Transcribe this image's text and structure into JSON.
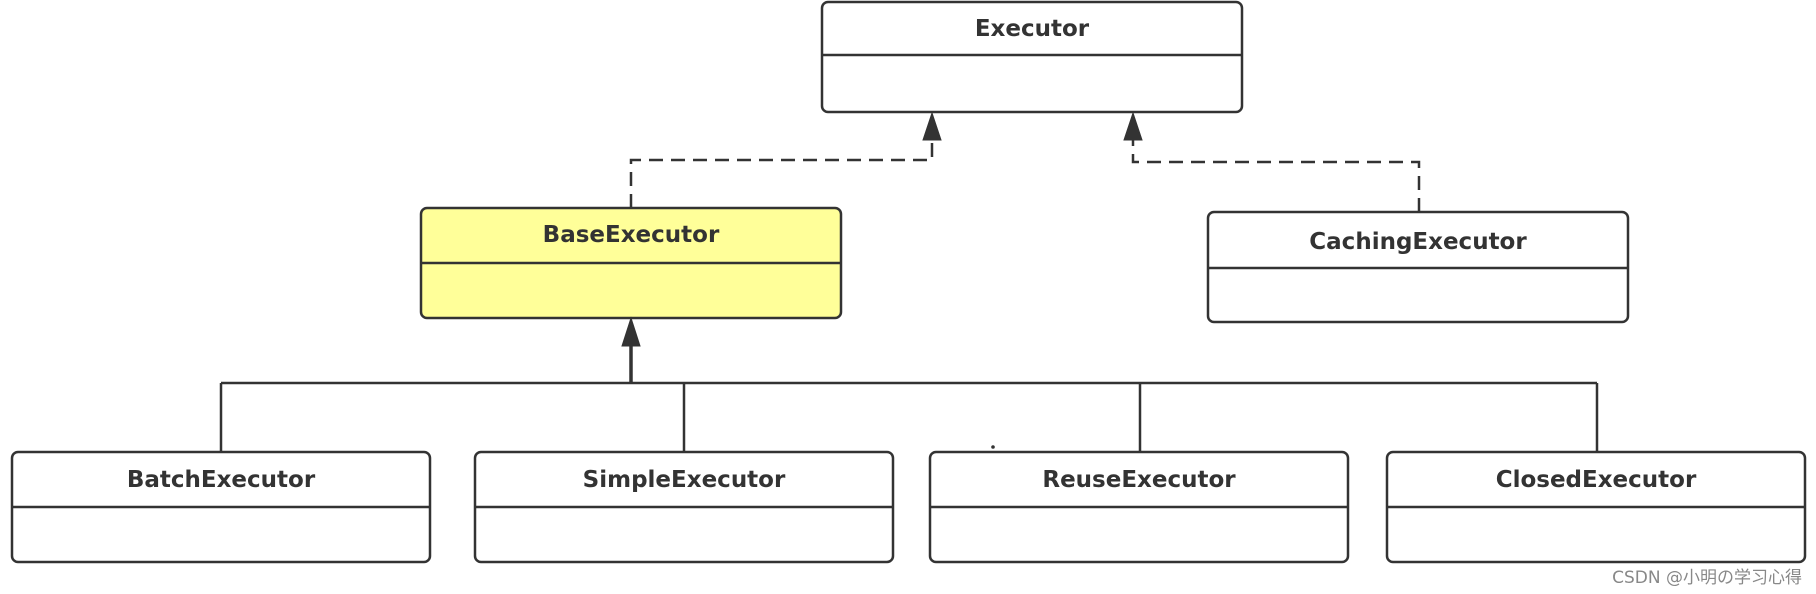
{
  "diagram": {
    "classes": {
      "executor": "Executor",
      "base_executor": "BaseExecutor",
      "caching_executor": "CachingExecutor",
      "batch_executor": "BatchExecutor",
      "simple_executor": "SimpleExecutor",
      "reuse_executor": "ReuseExecutor",
      "closed_executor": "ClosedExecutor"
    },
    "relations": [
      {
        "from": "BaseExecutor",
        "to": "Executor",
        "style": "dashed"
      },
      {
        "from": "CachingExecutor",
        "to": "Executor",
        "style": "dashed"
      },
      {
        "from": "BatchExecutor",
        "to": "BaseExecutor",
        "style": "solid"
      },
      {
        "from": "SimpleExecutor",
        "to": "BaseExecutor",
        "style": "solid"
      },
      {
        "from": "ReuseExecutor",
        "to": "BaseExecutor",
        "style": "solid"
      },
      {
        "from": "ClosedExecutor",
        "to": "BaseExecutor",
        "style": "solid"
      }
    ],
    "highlight_color": "#ffff99"
  },
  "watermark": "CSDN @小明の学习心得"
}
